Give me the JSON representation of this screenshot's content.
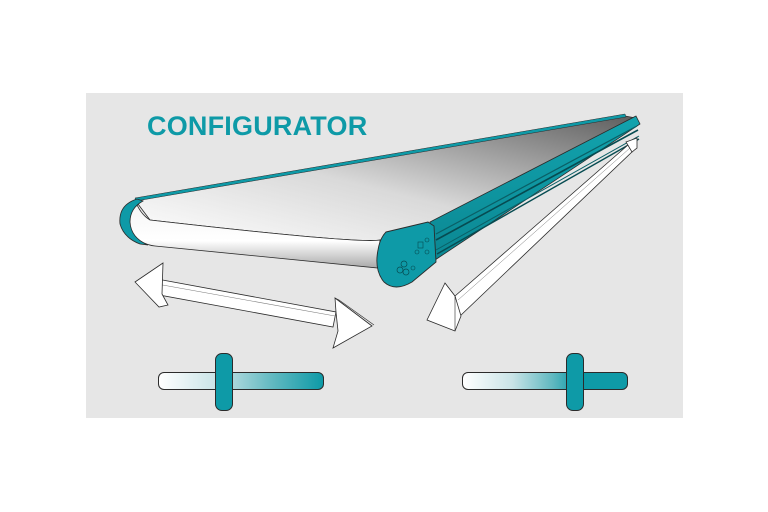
{
  "page": {
    "title": "CONFIGURATOR",
    "background_color": "#ffffff",
    "panel_color": "#e6e6e6"
  },
  "colors": {
    "accent": "#0e9aa7",
    "accent_dark": "#0a7f8a",
    "outline": "#2b2b2b",
    "arrow_fill": "#ffffff"
  },
  "illustration": {
    "object": "belt-conveyor",
    "arrows": [
      {
        "name": "width-arrow",
        "direction": "bidirectional-horizontal"
      },
      {
        "name": "length-arrow",
        "direction": "along-conveyor-length"
      }
    ]
  },
  "sliders": [
    {
      "name": "width-slider",
      "position_percent": 40,
      "gradient_from": "#ffffff",
      "gradient_to": "#0e9aa7"
    },
    {
      "name": "length-slider",
      "position_percent": 69,
      "gradient_from": "#ffffff",
      "gradient_to": "#0e9aa7"
    }
  ]
}
